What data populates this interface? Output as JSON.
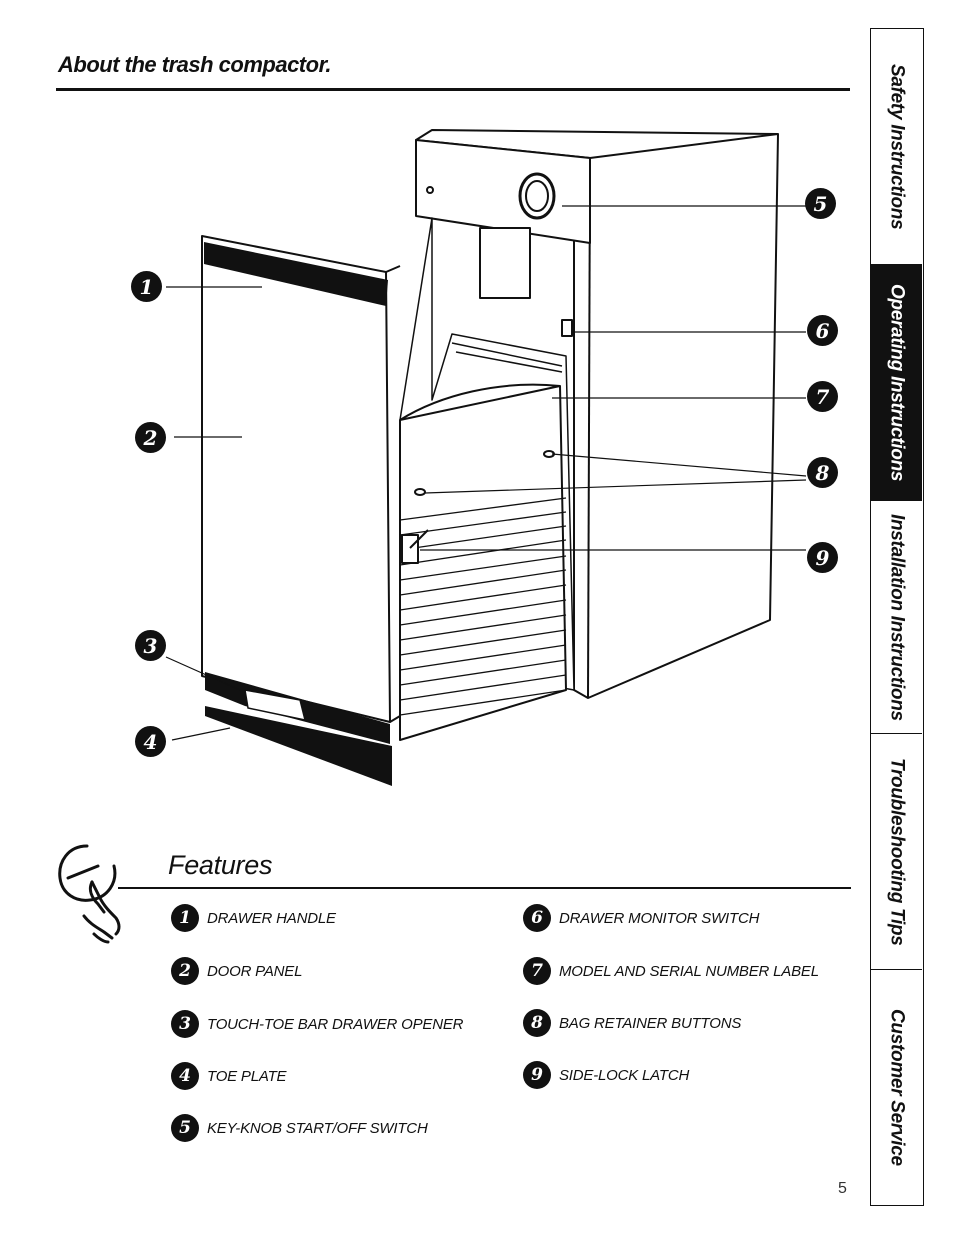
{
  "header": {
    "title": "About the trash compactor."
  },
  "side_tabs": [
    {
      "label": "Safety Instructions",
      "active": false
    },
    {
      "label": "Operating Instructions",
      "active": true
    },
    {
      "label": "Installation Instructions",
      "active": false
    },
    {
      "label": "Troubleshooting Tips",
      "active": false
    },
    {
      "label": "Customer Service",
      "active": false
    }
  ],
  "callouts": [
    "1",
    "2",
    "3",
    "4",
    "5",
    "6",
    "7",
    "8",
    "9"
  ],
  "features": {
    "title": "Features",
    "items": [
      {
        "num": "1",
        "label": "DRAWER HANDLE"
      },
      {
        "num": "2",
        "label": "DOOR PANEL"
      },
      {
        "num": "3",
        "label": "TOUCH-TOE BAR DRAWER OPENER"
      },
      {
        "num": "4",
        "label": "TOE PLATE"
      },
      {
        "num": "5",
        "label": "KEY-KNOB START/OFF SWITCH"
      },
      {
        "num": "6",
        "label": "DRAWER MONITOR SWITCH"
      },
      {
        "num": "7",
        "label": "MODEL AND SERIAL NUMBER LABEL"
      },
      {
        "num": "8",
        "label": "BAG RETAINER BUTTONS"
      },
      {
        "num": "9",
        "label": "SIDE-LOCK LATCH"
      }
    ]
  },
  "page_number": "5"
}
